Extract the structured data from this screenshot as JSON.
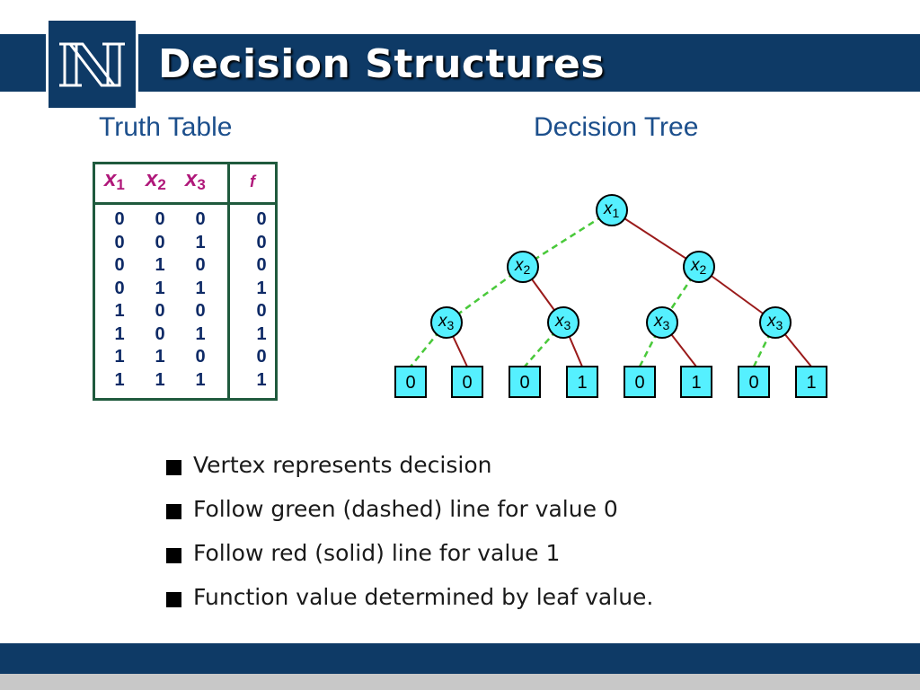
{
  "slide": {
    "title": "Decision Structures",
    "logo_letter": "N",
    "colors": {
      "brand_navy": "#0e3a66",
      "title_blue": "#1c4f8c",
      "magenta": "#b0187a",
      "node_cyan": "#55f0ff",
      "zero_edge_green": "#49c93a",
      "one_edge_red": "#9a1a1a"
    }
  },
  "truth_table": {
    "title": "Truth Table",
    "headers": [
      {
        "var": "x",
        "sub": "1"
      },
      {
        "var": "x",
        "sub": "2"
      },
      {
        "var": "x",
        "sub": "3"
      }
    ],
    "output_header": "f",
    "rows": [
      [
        "0",
        "0",
        "0",
        "0"
      ],
      [
        "0",
        "0",
        "1",
        "0"
      ],
      [
        "0",
        "1",
        "0",
        "0"
      ],
      [
        "0",
        "1",
        "1",
        "1"
      ],
      [
        "1",
        "0",
        "0",
        "0"
      ],
      [
        "1",
        "0",
        "1",
        "1"
      ],
      [
        "1",
        "1",
        "0",
        "0"
      ],
      [
        "1",
        "1",
        "1",
        "1"
      ]
    ]
  },
  "decision_tree": {
    "title": "Decision Tree",
    "nodes": [
      {
        "var": "x",
        "sub": "1"
      },
      {
        "var": "x",
        "sub": "2"
      },
      {
        "var": "x",
        "sub": "2"
      },
      {
        "var": "x",
        "sub": "3"
      },
      {
        "var": "x",
        "sub": "3"
      },
      {
        "var": "x",
        "sub": "3"
      },
      {
        "var": "x",
        "sub": "3"
      }
    ],
    "leaves": [
      "0",
      "0",
      "0",
      "1",
      "0",
      "1",
      "0",
      "1"
    ]
  },
  "bullets": [
    "Vertex represents decision",
    "Follow green (dashed) line for value 0",
    "Follow red (solid) line for value 1",
    "Function value determined by leaf value."
  ]
}
